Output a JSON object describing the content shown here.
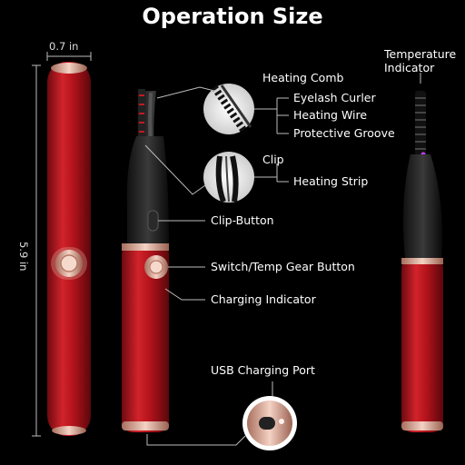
{
  "title": "Operation Size",
  "dimensions": {
    "width": "0.7 in",
    "length": "5.9 in"
  },
  "labels": {
    "heating_comb": "Heating Comb",
    "eyelash_curler": "Eyelash Curler",
    "heating_wire": "Heating Wire",
    "protective_groove": "Protective Groove",
    "clip": "Clip",
    "heating_strip": "Heating Strip",
    "clip_button": "Clip-Button",
    "switch_temp": "Switch/Temp Gear Button",
    "charging_indicator": "Charging Indicator",
    "usb_port": "USB Charging Port",
    "temperature_indicator_line1": "Temperature",
    "temperature_indicator_line2": "Indicator"
  },
  "colors": {
    "body_red": "#b3131b",
    "accent_rose_gold": "#e8b8a8",
    "line": "#bbbbbb"
  }
}
